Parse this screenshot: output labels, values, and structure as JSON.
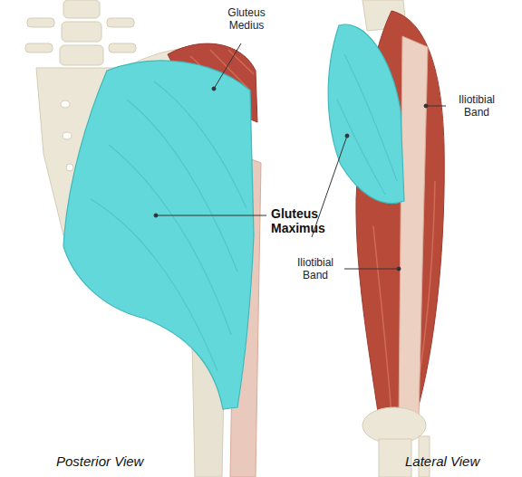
{
  "diagram": {
    "labels": [
      "Gluteus Medius",
      "Gluteus Maximus",
      "Iliotibial Band",
      "Iliotibial Band",
      "Posterior View",
      "Lateral View"
    ]
  }
}
